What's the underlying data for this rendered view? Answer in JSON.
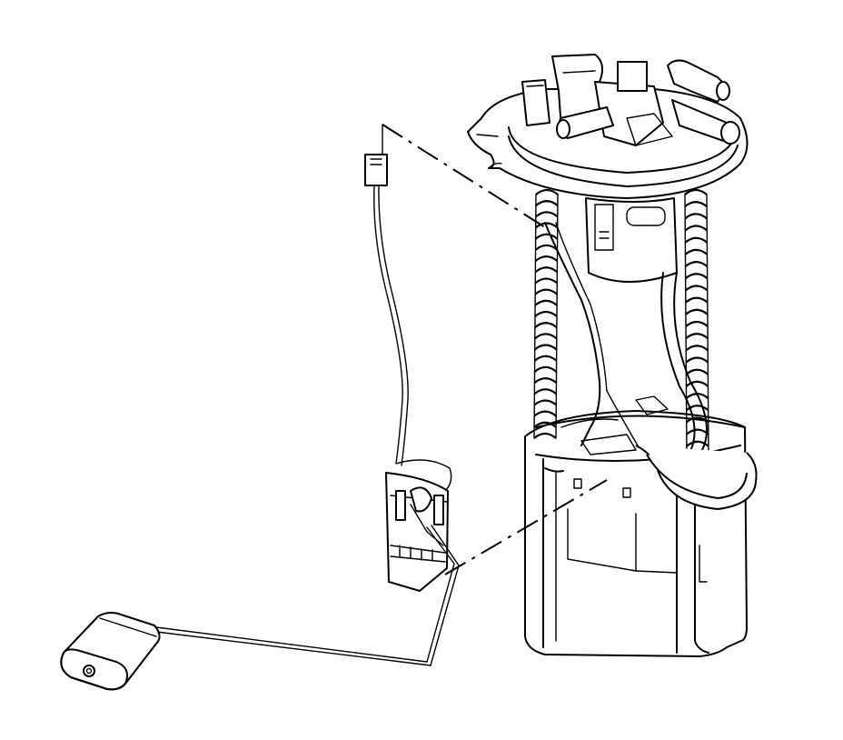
{
  "diagram": {
    "components": [
      {
        "id": "fuel-pump-module",
        "icon": "fuel-pump-module-icon"
      },
      {
        "id": "module-cover-flange",
        "icon": "flange-icon"
      },
      {
        "id": "fuel-level-sensor",
        "icon": "sensor-icon"
      },
      {
        "id": "float-arm",
        "icon": "float-arm-icon"
      },
      {
        "id": "float",
        "icon": "float-icon"
      },
      {
        "id": "electrical-connector",
        "icon": "connector-icon"
      },
      {
        "id": "guide-rod-springs",
        "icon": "spring-icon"
      }
    ],
    "line_color": "#000000",
    "background": "#ffffff",
    "spring_turns": 22
  }
}
